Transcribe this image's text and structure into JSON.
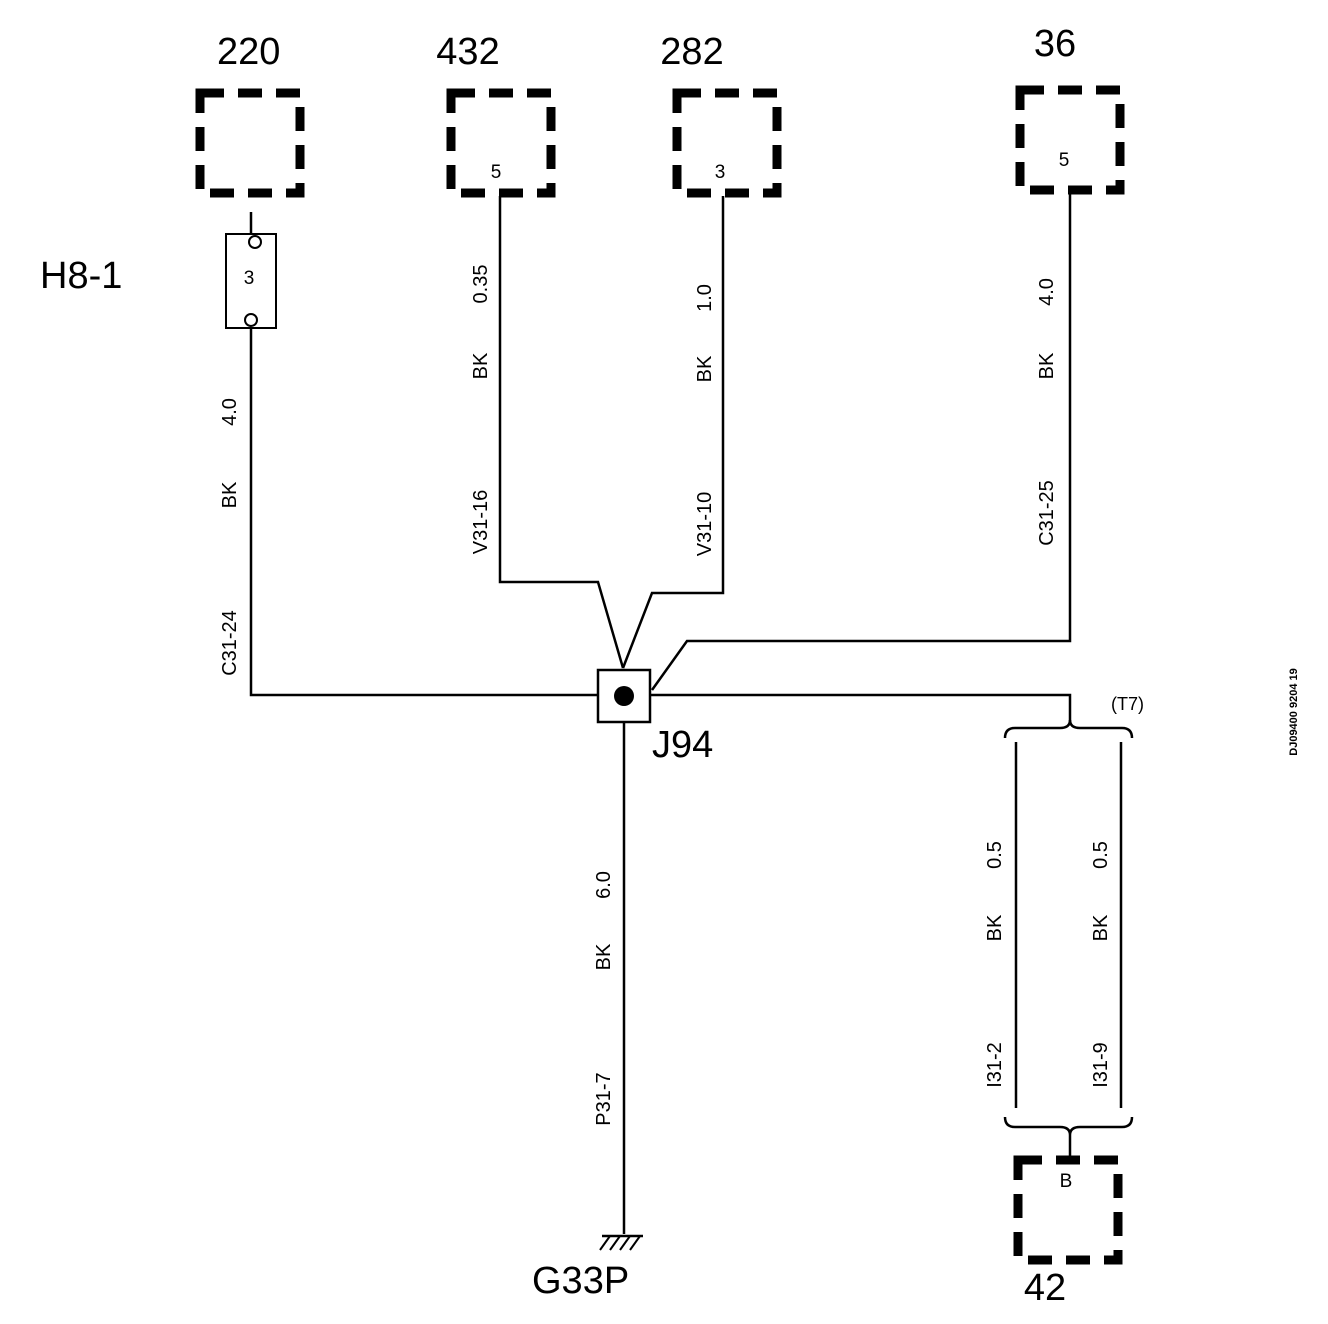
{
  "components": {
    "c220": {
      "label": "220",
      "pin": ""
    },
    "c432": {
      "label": "432",
      "pin": "5"
    },
    "c282": {
      "label": "282",
      "pin": "3"
    },
    "c36": {
      "label": "36",
      "pin": "5"
    },
    "c42": {
      "label": "42",
      "pin": "B"
    }
  },
  "fuse": {
    "label": "H8-1",
    "number": "3"
  },
  "splice": {
    "label": "J94"
  },
  "ground": {
    "label": "G33P"
  },
  "twisted_pair": {
    "label": "(T7)"
  },
  "wires": {
    "w220": {
      "size": "4.0",
      "color": "BK",
      "id": "C31-24"
    },
    "w432": {
      "size": "0.35",
      "color": "BK",
      "id": "V31-16"
    },
    "w282": {
      "size": "1.0",
      "color": "BK",
      "id": "V31-10"
    },
    "w36": {
      "size": "4.0",
      "color": "BK",
      "id": "C31-25"
    },
    "wg": {
      "size": "6.0",
      "color": "BK",
      "id": "P31-7"
    },
    "wa": {
      "size": "0.5",
      "color": "BK",
      "id": "I31-2"
    },
    "wb": {
      "size": "0.5",
      "color": "BK",
      "id": "I31-9"
    }
  },
  "doc_id": "DJ09400 9204 19"
}
